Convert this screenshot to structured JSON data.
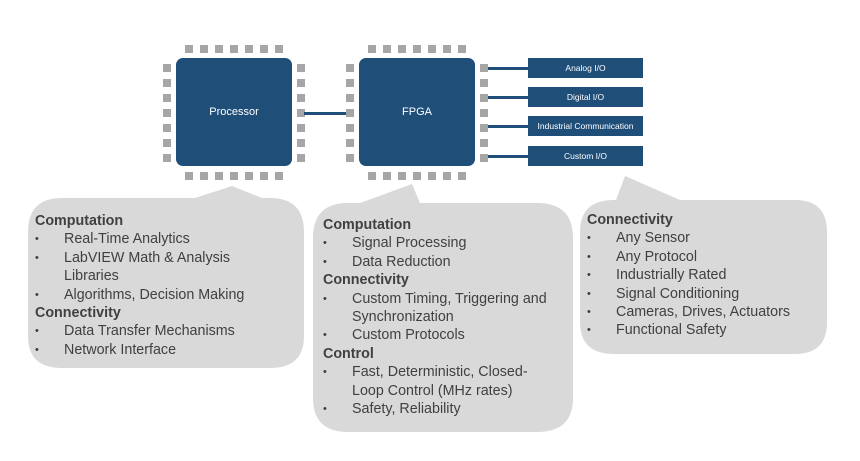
{
  "chips": {
    "processor": "Processor",
    "fpga": "FPGA"
  },
  "io_blocks": [
    "Analog I/O",
    "Digital I/O",
    "Industrial Communication",
    "Custom I/O"
  ],
  "colors": {
    "chip": "#1f4e79",
    "pin": "#a6a6a6",
    "callout": "#d9d9d9",
    "text": "#404040"
  },
  "callouts": {
    "processor": {
      "sections": [
        {
          "heading": "Computation",
          "items": [
            "Real-Time Analytics",
            "LabVIEW Math & Analysis Libraries",
            "Algorithms, Decision Making"
          ]
        },
        {
          "heading": "Connectivity",
          "items": [
            "Data Transfer Mechanisms",
            "Network Interface"
          ]
        }
      ]
    },
    "fpga": {
      "sections": [
        {
          "heading": "Computation",
          "items": [
            "Signal Processing",
            "Data Reduction"
          ]
        },
        {
          "heading": "Connectivity",
          "items": [
            "Custom Timing, Triggering and Synchronization",
            "Custom Protocols"
          ]
        },
        {
          "heading": "Control",
          "items": [
            "Fast, Deterministic, Closed-Loop Control (MHz rates)",
            "Safety, Reliability"
          ]
        }
      ]
    },
    "io": {
      "sections": [
        {
          "heading": "Connectivity",
          "items": [
            "Any Sensor",
            "Any Protocol",
            "Industrially Rated",
            "Signal Conditioning",
            "Cameras, Drives, Actuators",
            "Functional Safety"
          ]
        }
      ]
    }
  }
}
